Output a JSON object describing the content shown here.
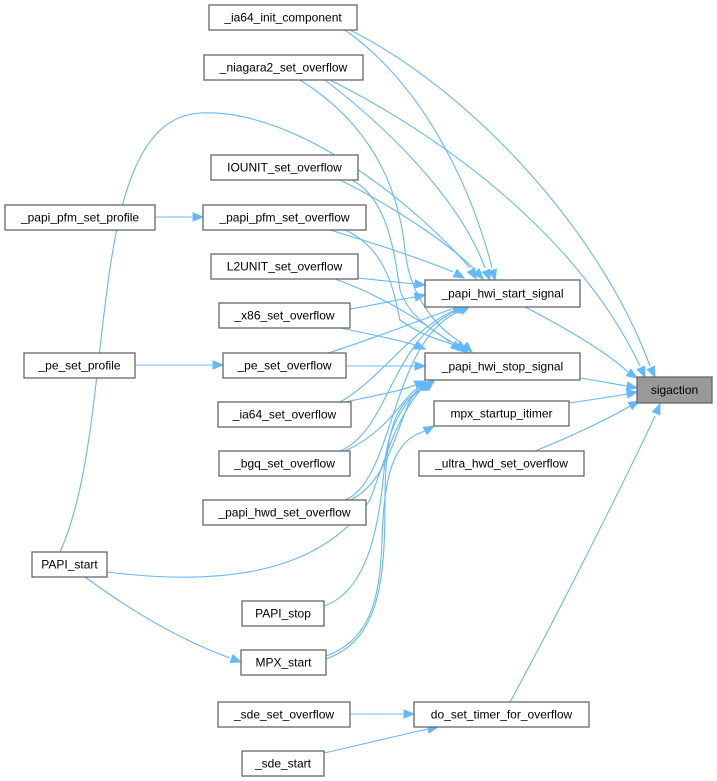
{
  "diagram": {
    "type": "call-graph",
    "direction": "left-to-right",
    "colors": {
      "edge": "#63b8ff",
      "node_border": "#666666",
      "node_fill": "#ffffff",
      "target_fill": "#999999"
    },
    "target": "sigaction",
    "nodes": [
      {
        "id": "sigaction",
        "label": "sigaction",
        "highlighted": true
      },
      {
        "id": "hwi_start",
        "label": "_papi_hwi_start_signal"
      },
      {
        "id": "hwi_stop",
        "label": "_papi_hwi_stop_signal"
      },
      {
        "id": "mpx_itimer",
        "label": "mpx_startup_itimer"
      },
      {
        "id": "ultra",
        "label": "_ultra_hwd_set_overflow"
      },
      {
        "id": "do_timer",
        "label": "do_set_timer_for_overflow"
      },
      {
        "id": "ia64_init",
        "label": "_ia64_init_component"
      },
      {
        "id": "niagara2",
        "label": "_niagara2_set_overflow"
      },
      {
        "id": "iounit",
        "label": "IOUNIT_set_overflow"
      },
      {
        "id": "pfm_overflow",
        "label": "_papi_pfm_set_overflow"
      },
      {
        "id": "l2unit",
        "label": "L2UNIT_set_overflow"
      },
      {
        "id": "x86",
        "label": "_x86_set_overflow"
      },
      {
        "id": "pe_overflow",
        "label": "_pe_set_overflow"
      },
      {
        "id": "ia64_overflow",
        "label": "_ia64_set_overflow"
      },
      {
        "id": "bgq",
        "label": "_bgq_set_overflow"
      },
      {
        "id": "hwd_overflow",
        "label": "_papi_hwd_set_overflow"
      },
      {
        "id": "papi_stop",
        "label": "PAPI_stop"
      },
      {
        "id": "mpx_start",
        "label": "MPX_start"
      },
      {
        "id": "sde_overflow",
        "label": "_sde_set_overflow"
      },
      {
        "id": "sde_start",
        "label": "_sde_start"
      },
      {
        "id": "pfm_profile",
        "label": "_papi_pfm_set_profile"
      },
      {
        "id": "pe_profile",
        "label": "_pe_set_profile"
      },
      {
        "id": "papi_start",
        "label": "PAPI_start"
      }
    ],
    "edges": [
      {
        "from": "hwi_start",
        "to": "sigaction"
      },
      {
        "from": "hwi_stop",
        "to": "sigaction"
      },
      {
        "from": "mpx_itimer",
        "to": "sigaction"
      },
      {
        "from": "ultra",
        "to": "sigaction"
      },
      {
        "from": "do_timer",
        "to": "sigaction"
      },
      {
        "from": "ia64_init",
        "to": "sigaction"
      },
      {
        "from": "niagara2",
        "to": "sigaction"
      },
      {
        "from": "niagara2",
        "to": "hwi_start"
      },
      {
        "from": "niagara2",
        "to": "hwi_stop"
      },
      {
        "from": "ia64_init",
        "to": "hwi_start"
      },
      {
        "from": "iounit",
        "to": "hwi_start"
      },
      {
        "from": "iounit",
        "to": "hwi_stop"
      },
      {
        "from": "pfm_overflow",
        "to": "hwi_start"
      },
      {
        "from": "pfm_overflow",
        "to": "hwi_stop"
      },
      {
        "from": "l2unit",
        "to": "hwi_start"
      },
      {
        "from": "l2unit",
        "to": "hwi_stop"
      },
      {
        "from": "x86",
        "to": "hwi_start"
      },
      {
        "from": "x86",
        "to": "hwi_stop"
      },
      {
        "from": "pe_overflow",
        "to": "hwi_start"
      },
      {
        "from": "pe_overflow",
        "to": "hwi_stop"
      },
      {
        "from": "ia64_overflow",
        "to": "hwi_start"
      },
      {
        "from": "ia64_overflow",
        "to": "hwi_stop"
      },
      {
        "from": "bgq",
        "to": "hwi_start"
      },
      {
        "from": "bgq",
        "to": "hwi_stop"
      },
      {
        "from": "hwd_overflow",
        "to": "hwi_start"
      },
      {
        "from": "hwd_overflow",
        "to": "hwi_stop"
      },
      {
        "from": "papi_start",
        "to": "hwi_start"
      },
      {
        "from": "papi_start",
        "to": "hwi_stop"
      },
      {
        "from": "papi_start",
        "to": "mpx_start"
      },
      {
        "from": "papi_stop",
        "to": "hwi_stop"
      },
      {
        "from": "mpx_start",
        "to": "hwi_stop"
      },
      {
        "from": "mpx_start",
        "to": "mpx_itimer"
      },
      {
        "from": "pfm_profile",
        "to": "pfm_overflow"
      },
      {
        "from": "pe_profile",
        "to": "pe_overflow"
      },
      {
        "from": "sde_overflow",
        "to": "do_timer"
      },
      {
        "from": "sde_start",
        "to": "do_timer"
      }
    ]
  }
}
